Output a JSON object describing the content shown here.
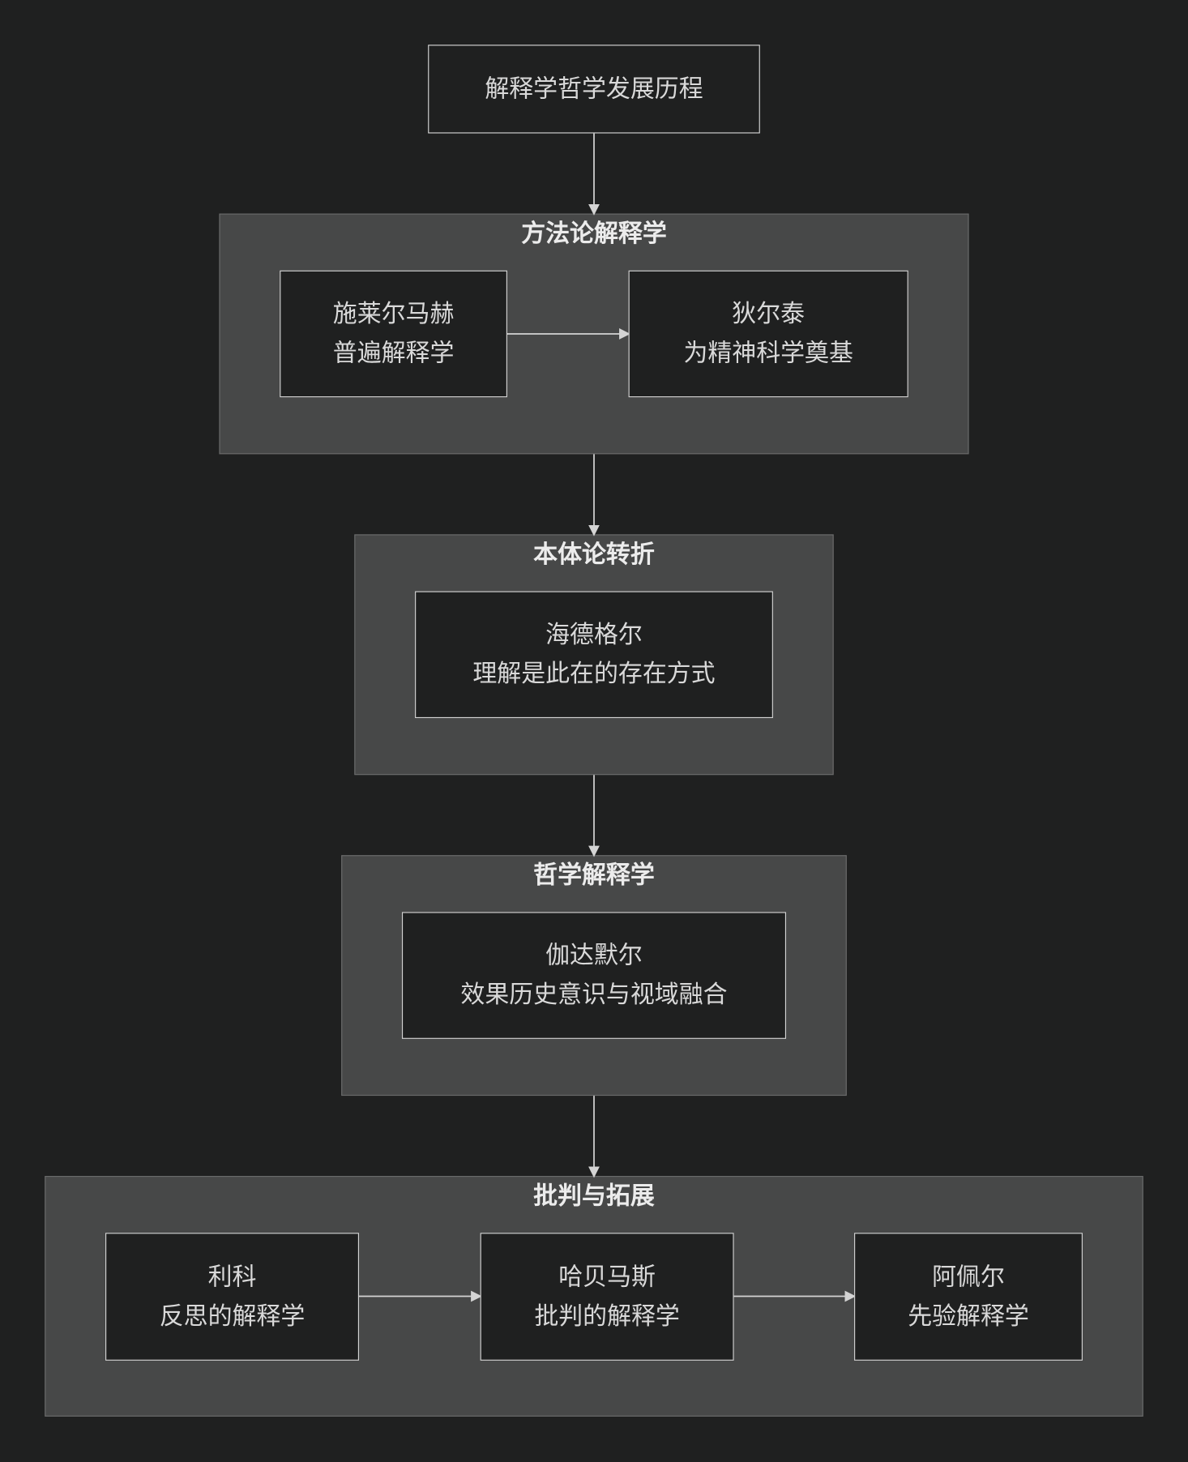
{
  "diagram": {
    "root": {
      "label": "解释学哲学发展历程"
    },
    "clusters": [
      {
        "title": "方法论解释学",
        "nodes": [
          {
            "line1": "施莱尔马赫",
            "line2": "普遍解释学"
          },
          {
            "line1": "狄尔泰",
            "line2": "为精神科学奠基"
          }
        ]
      },
      {
        "title": "本体论转折",
        "nodes": [
          {
            "line1": "海德格尔",
            "line2": "理解是此在的存在方式"
          }
        ]
      },
      {
        "title": "哲学解释学",
        "nodes": [
          {
            "line1": "伽达默尔",
            "line2": "效果历史意识与视域融合"
          }
        ]
      },
      {
        "title": "批判与拓展",
        "nodes": [
          {
            "line1": "利科",
            "line2": "反思的解释学"
          },
          {
            "line1": "哈贝马斯",
            "line2": "批判的解释学"
          },
          {
            "line1": "阿佩尔",
            "line2": "先验解释学"
          }
        ]
      }
    ],
    "colors": {
      "background": "#1f2020",
      "cluster_fill": "#474848",
      "node_fill": "#1f2020",
      "node_border": "#d4d4d4",
      "edge": "#d4d4d4",
      "text": "#d9d9d9"
    }
  }
}
